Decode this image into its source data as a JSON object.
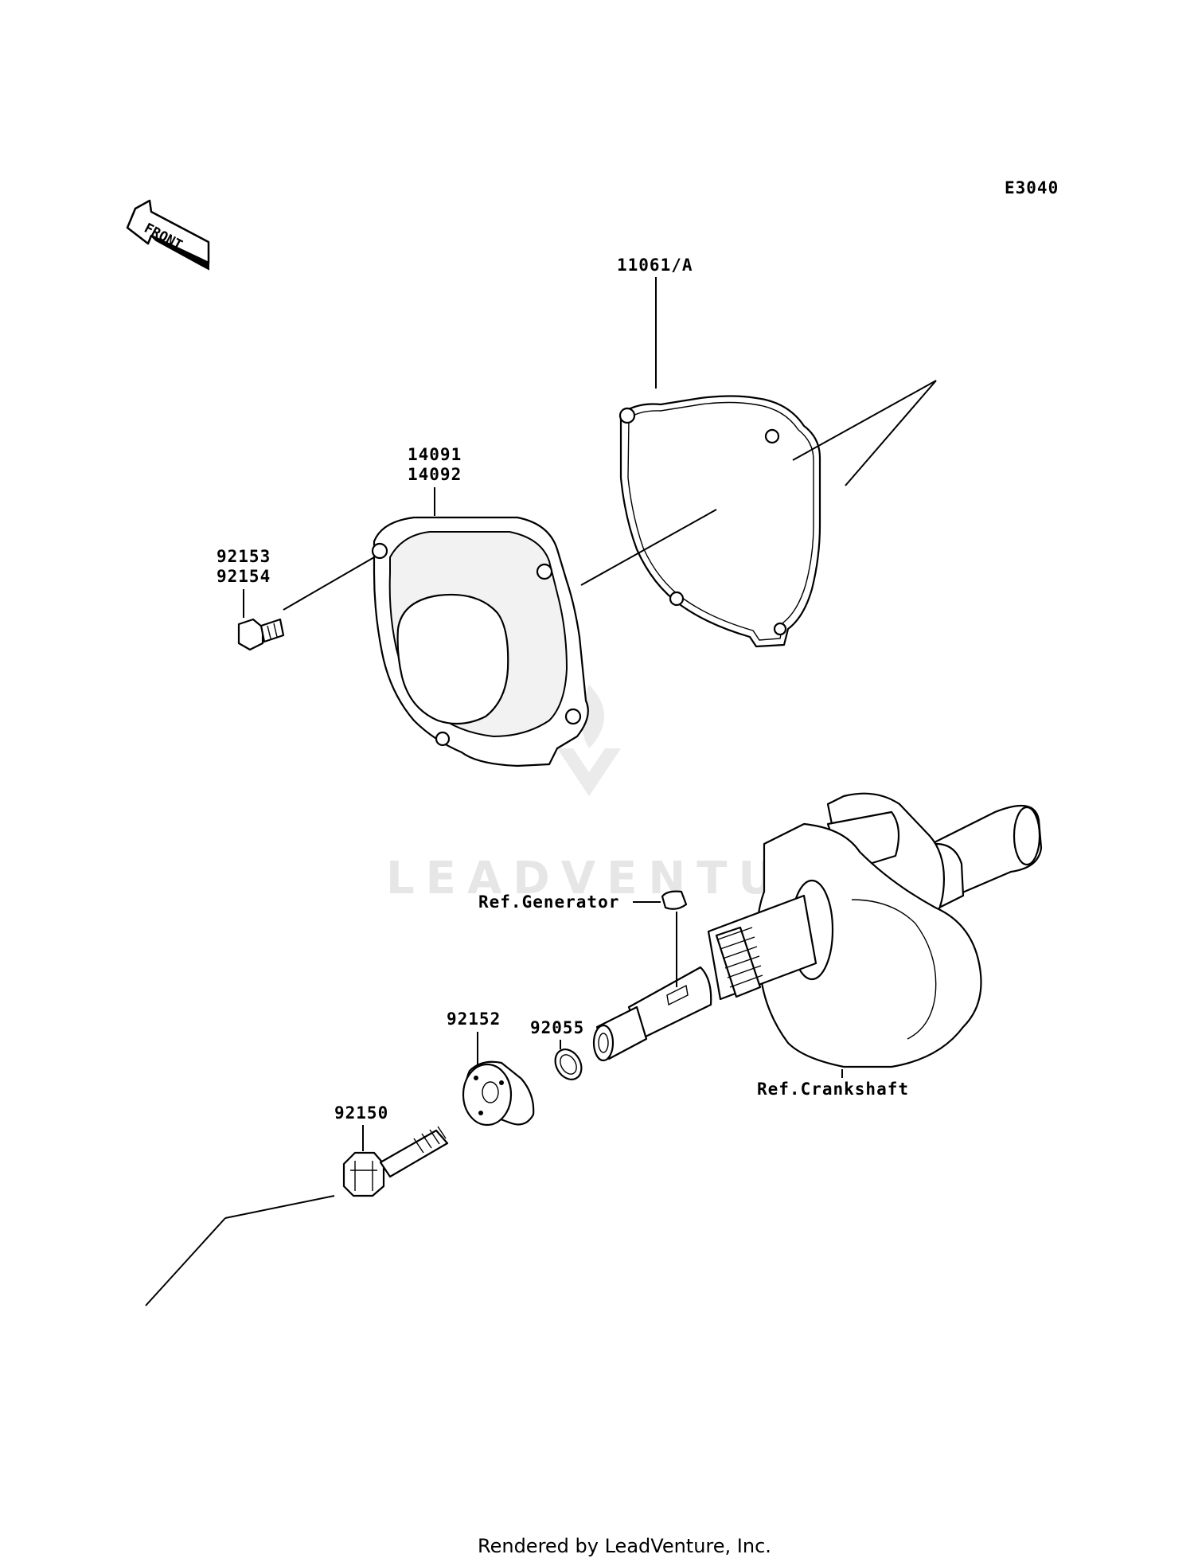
{
  "diagram_code": "E3040",
  "front_marker": "FRONT",
  "watermark": "LEADVENTURE",
  "footer": "Rendered by LeadVenture, Inc.",
  "callouts": {
    "gasket": "11061/A",
    "cover_a": "14091",
    "cover_b": "14092",
    "bolt_a": "92153",
    "bolt_b": "92154",
    "generator_ref": "Ref.Generator",
    "washer": "92152",
    "oring": "92055",
    "flange_bolt": "92150",
    "crankshaft_ref": "Ref.Crankshaft"
  }
}
